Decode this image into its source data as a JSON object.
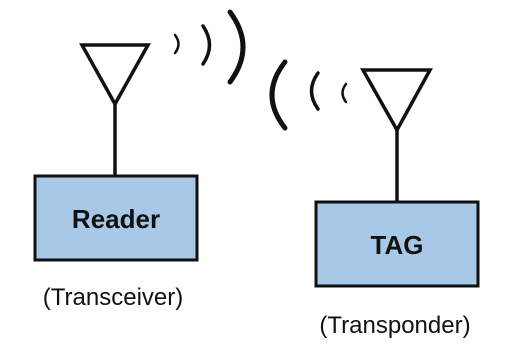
{
  "diagram": {
    "reader": {
      "label": "Reader",
      "caption": "(Transceiver)"
    },
    "tag": {
      "label": "TAG",
      "caption": "(Transponder)"
    },
    "colors": {
      "box_fill": "#a8c8e8",
      "stroke": "#111111",
      "background": "#ffffff"
    }
  }
}
